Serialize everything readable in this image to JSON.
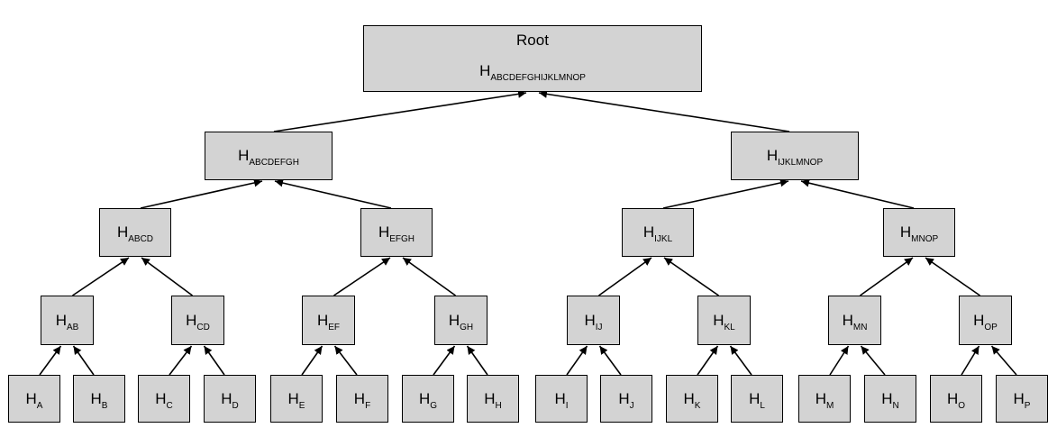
{
  "colors": {
    "node_fill": "#d3d3d3",
    "stroke": "#000000",
    "background": "#ffffff"
  },
  "root": {
    "label": "Root",
    "hash_base": "H",
    "hash_sub": "ABCDEFGHIJKLMNOP"
  },
  "levels": [
    [
      {
        "base": "H",
        "sub": "ABCDEFGH"
      },
      {
        "base": "H",
        "sub": "IJKLMNOP"
      }
    ],
    [
      {
        "base": "H",
        "sub": "ABCD"
      },
      {
        "base": "H",
        "sub": "EFGH"
      },
      {
        "base": "H",
        "sub": "IJKL"
      },
      {
        "base": "H",
        "sub": "MNOP"
      }
    ],
    [
      {
        "base": "H",
        "sub": "AB"
      },
      {
        "base": "H",
        "sub": "CD"
      },
      {
        "base": "H",
        "sub": "EF"
      },
      {
        "base": "H",
        "sub": "GH"
      },
      {
        "base": "H",
        "sub": "IJ"
      },
      {
        "base": "H",
        "sub": "KL"
      },
      {
        "base": "H",
        "sub": "MN"
      },
      {
        "base": "H",
        "sub": "OP"
      }
    ],
    [
      {
        "base": "H",
        "sub": "A"
      },
      {
        "base": "H",
        "sub": "B"
      },
      {
        "base": "H",
        "sub": "C"
      },
      {
        "base": "H",
        "sub": "D"
      },
      {
        "base": "H",
        "sub": "E"
      },
      {
        "base": "H",
        "sub": "F"
      },
      {
        "base": "H",
        "sub": "G"
      },
      {
        "base": "H",
        "sub": "H"
      },
      {
        "base": "H",
        "sub": "I"
      },
      {
        "base": "H",
        "sub": "J"
      },
      {
        "base": "H",
        "sub": "K"
      },
      {
        "base": "H",
        "sub": "L"
      },
      {
        "base": "H",
        "sub": "M"
      },
      {
        "base": "H",
        "sub": "N"
      },
      {
        "base": "H",
        "sub": "O"
      },
      {
        "base": "H",
        "sub": "P"
      }
    ]
  ]
}
